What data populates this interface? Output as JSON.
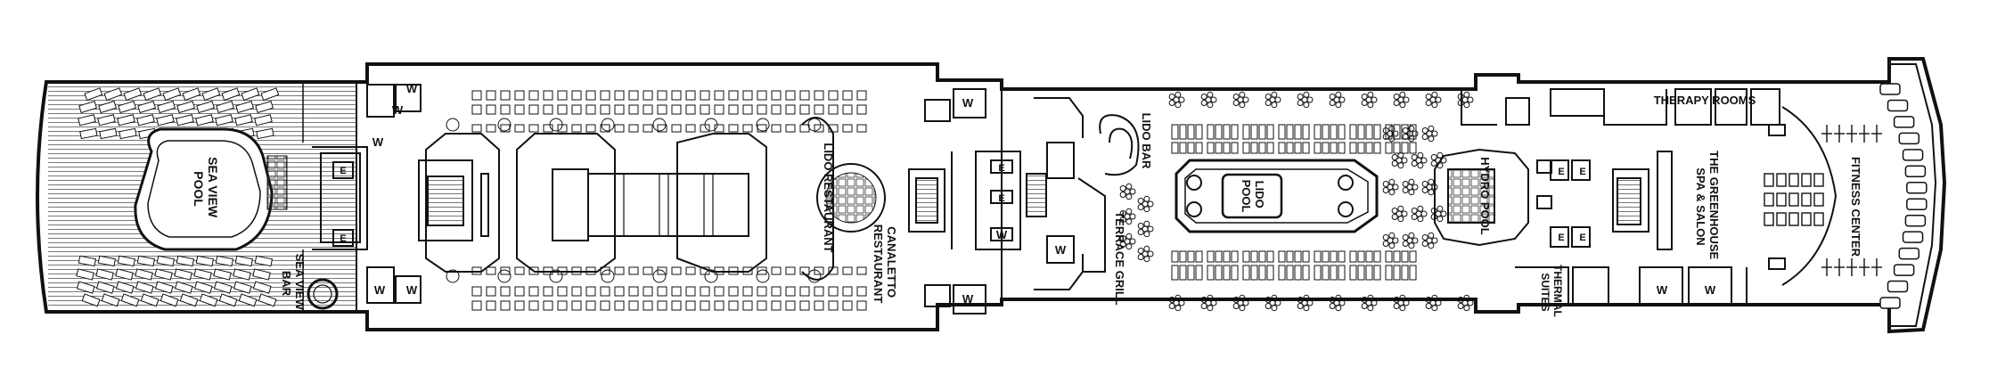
{
  "colors": {
    "line": "#111111",
    "background": "#ffffff",
    "fill_light": "#f2f2f2"
  },
  "venues": {
    "sea_view_pool": [
      "SEA VIEW",
      "POOL"
    ],
    "sea_view_bar": [
      "SEA VIEW",
      "BAR"
    ],
    "lido_restaurant": "LIDO RESTAURANT",
    "canaletto_restaurant": [
      "CANALETTO",
      "RESTAURANT"
    ],
    "lido_bar": "LIDO BAR",
    "terrace_grill": "TERRACE GRILL",
    "lido_pool": [
      "LIDO",
      "POOL"
    ],
    "hydro_pool": "HYDRO POOL",
    "thermal_suites": [
      "THERMAL",
      "SUITES"
    ],
    "therapy_rooms": "THERAPY ROOMS",
    "greenhouse_spa": [
      "THE GREENHOUSE",
      "SPA & SALON"
    ],
    "fitness_center": "FITNESS CENTER"
  },
  "symbols": {
    "restroom": "W",
    "elevator": "E"
  }
}
